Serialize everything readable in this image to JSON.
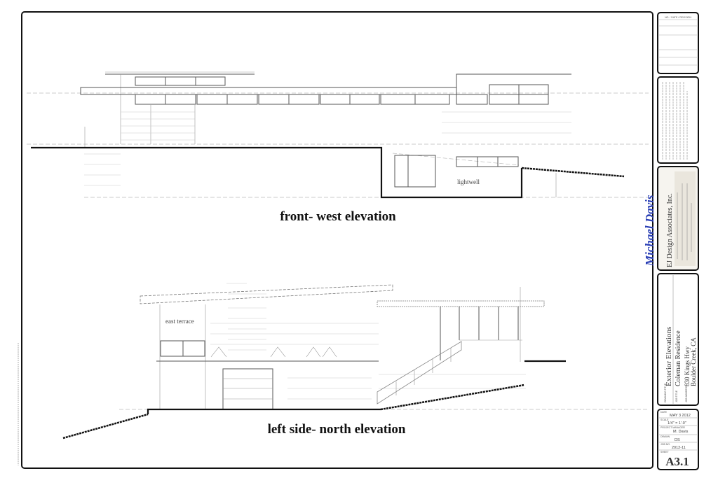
{
  "sheet": {
    "front_title": "front- west elevation",
    "front_label_lightwell": "lightwell",
    "side_title": "left side- north elevation",
    "side_label_terrace": "east terrace",
    "signature": "Michael Davis"
  },
  "title_block": {
    "revision_header": "NO. / DATE / REVISION",
    "firm_name": "EJ Design Associates, Inc.",
    "drawing_title_label": "DRAWING TITLE",
    "drawing_title": "Exterior Elevations",
    "job_title_label": "JOB TITLE",
    "job_title": "Coleman Residence",
    "job_address_label": "JOB ADDRESS",
    "job_address_1": "830 Kings Hwy",
    "job_address_2": "Boulder Creek, CA",
    "date_label": "DATE",
    "date": "MAY 3 2012",
    "scale_label": "SCALE",
    "scale": "1/4\" = 1'-0\"",
    "pm_label": "PROJECT MANAGER",
    "pm": "M. Davis",
    "drawn_label": "DRAWN",
    "drawn": "DS",
    "job_no_label": "JOB NO.",
    "job_no": "2012-11",
    "sheet_label": "SHEET",
    "sheet_no": "A3.1"
  }
}
